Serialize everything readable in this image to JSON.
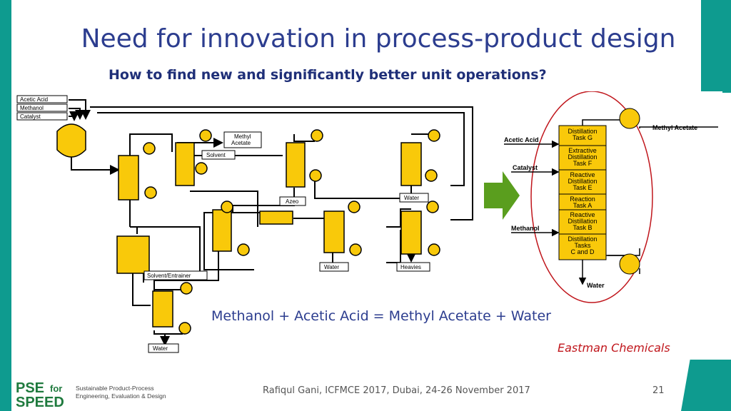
{
  "slide": {
    "title": "Need for innovation in process-product design",
    "subtitle": "How to find new and significantly better unit operations?",
    "equation": "Methanol + Acetic Acid = Methyl Acetate + Water",
    "credit": "Eastman Chemicals",
    "footer": "Rafiqul Gani, ICFMCE 2017, Dubai, 24-26 November 2017",
    "page_number": "21"
  },
  "colors": {
    "accent_teal": "#0e9b8f",
    "equipment_yellow": "#f9c90a",
    "title_blue": "#2c3d8f",
    "arrow_green": "#5a9e1e",
    "ellipse_red": "#c0161c"
  },
  "conventional": {
    "feeds": [
      "Acetic Acid",
      "Methanol",
      "Catalyst"
    ],
    "streams": {
      "methyl_acetate": [
        "Methyl",
        "Acetate"
      ],
      "solvent": "Solvent",
      "azeo": "Azeo",
      "water_top": "Water",
      "water_mid": "Water",
      "heavies": "Heavies",
      "solvent_entrainer": "Solvent/Entrainer",
      "water_bottom": "Water"
    }
  },
  "reactive_column": {
    "inputs": {
      "acetic_acid": "Acetic Acid",
      "catalyst": "Catalyst",
      "methanol": "Methanol"
    },
    "outputs": {
      "top": "Methyl Acetate",
      "bottom": "Water"
    },
    "sections": [
      [
        "Distillation",
        "Task G"
      ],
      [
        "Extractive",
        "Distillation",
        "Task F"
      ],
      [
        "Reactive",
        "Distillation",
        "Task E"
      ],
      [
        "Reaction",
        "Task A"
      ],
      [
        "Reactive",
        "Distillation",
        "Task B"
      ],
      [
        "Distillation",
        "Tasks",
        "C and D"
      ]
    ]
  },
  "logo": {
    "text_top": "PSE",
    "text_for": "for",
    "text_bottom": "SPEED",
    "tagline": [
      "Sustainable Product-Process",
      "Engineering, Evaluation & Design"
    ]
  }
}
